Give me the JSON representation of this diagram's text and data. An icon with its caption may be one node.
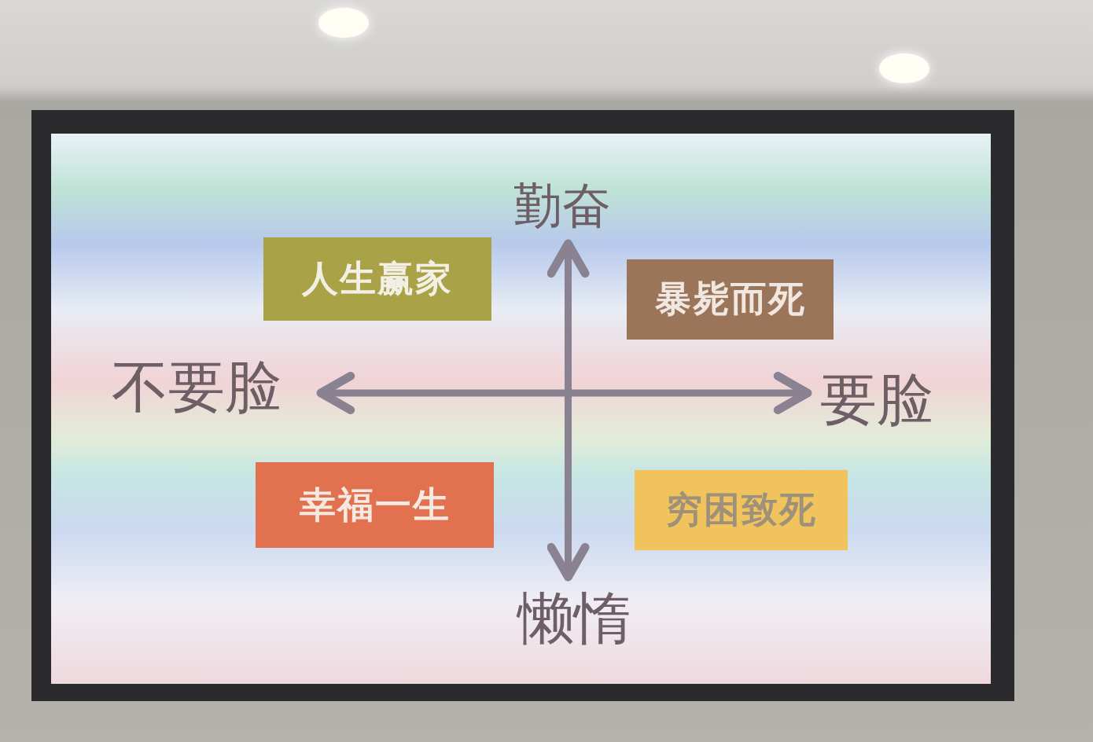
{
  "diagram": {
    "nodes": [
      {
        "text": [
          "勤奋"
        ]
      },
      {
        "text": [
          "人生赢家"
        ]
      },
      {
        "text": [
          "暴毙而死"
        ]
      },
      {
        "text": [
          "不要脸"
        ]
      },
      {
        "text": [
          "要脸"
        ]
      },
      {
        "text": [
          "幸福一生"
        ]
      },
      {
        "text": [
          "穷困致死"
        ]
      },
      {
        "text": [
          "懒惰"
        ]
      }
    ],
    "edges": [
      {
        "from": 7,
        "to": 0,
        "arrow": "both"
      },
      {
        "from": 3,
        "to": 4,
        "arrow": "both"
      }
    ]
  }
}
